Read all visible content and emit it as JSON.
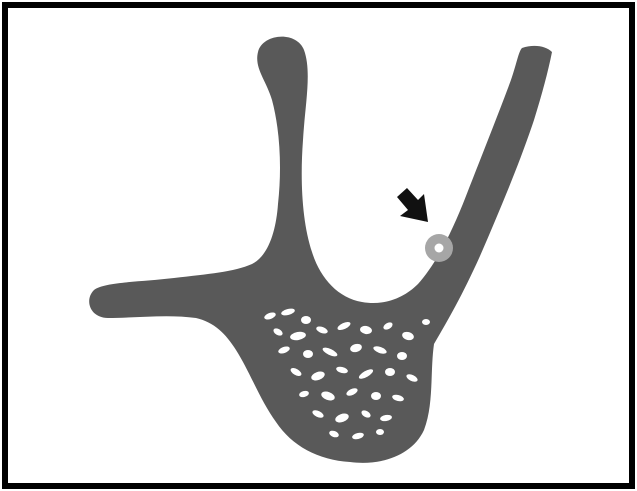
{
  "diagram": {
    "labels": [],
    "colors": {
      "background": "#ffffff",
      "border": "#000000",
      "shape_fill": "#595959",
      "cavity_fill": "#ffffff",
      "marker_ring": "#a6a6a6",
      "marker_center": "#ffffff",
      "arrow": "#111111"
    },
    "elements": {
      "main_shape": "bone-cross-section",
      "marker": "circular-marker-on-right-branch",
      "arrow": "arrow-pointing-to-marker",
      "cavities": "trabecular-cavities"
    }
  }
}
